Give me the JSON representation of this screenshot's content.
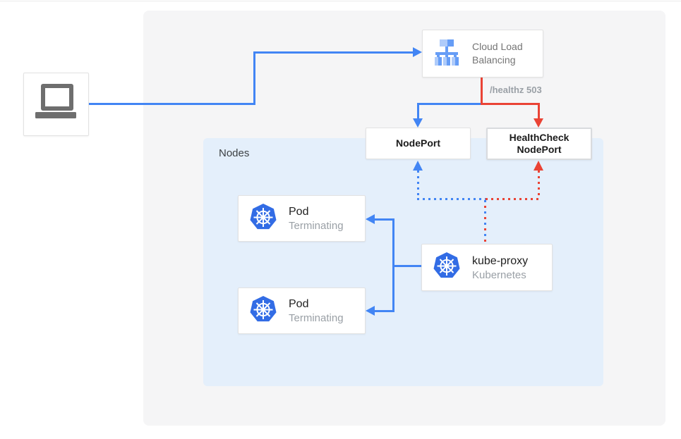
{
  "colors": {
    "blue": "#4285f4",
    "red": "#ea4335",
    "k8s_blue": "#326ce5",
    "clb_light": "#aecbfa",
    "clb_mid": "#669df6",
    "laptop_gray": "#6e6e6e",
    "nodes_bg": "#e4effb",
    "outer_bg": "#f5f5f6",
    "card_border": "#e2e2e2",
    "text_dark": "#212121",
    "text_gray": "#9aa0a6",
    "text_medium": "#757575"
  },
  "client": {
    "icon": "laptop-icon"
  },
  "load_balancer": {
    "icon": "load-balancer-icon",
    "label": "Cloud Load Balancing",
    "healthz_label": "/healthz 503"
  },
  "nodeport": {
    "label": "NodePort"
  },
  "healthcheck_nodeport": {
    "label": "HealthCheck NodePort"
  },
  "nodes": {
    "label": "Nodes"
  },
  "pods": [
    {
      "icon": "kubernetes-icon",
      "title": "Pod",
      "subtitle": "Terminating"
    },
    {
      "icon": "kubernetes-icon",
      "title": "Pod",
      "subtitle": "Terminating"
    }
  ],
  "kube_proxy": {
    "icon": "kubernetes-icon",
    "title": "kube-proxy",
    "subtitle": "Kubernetes"
  }
}
